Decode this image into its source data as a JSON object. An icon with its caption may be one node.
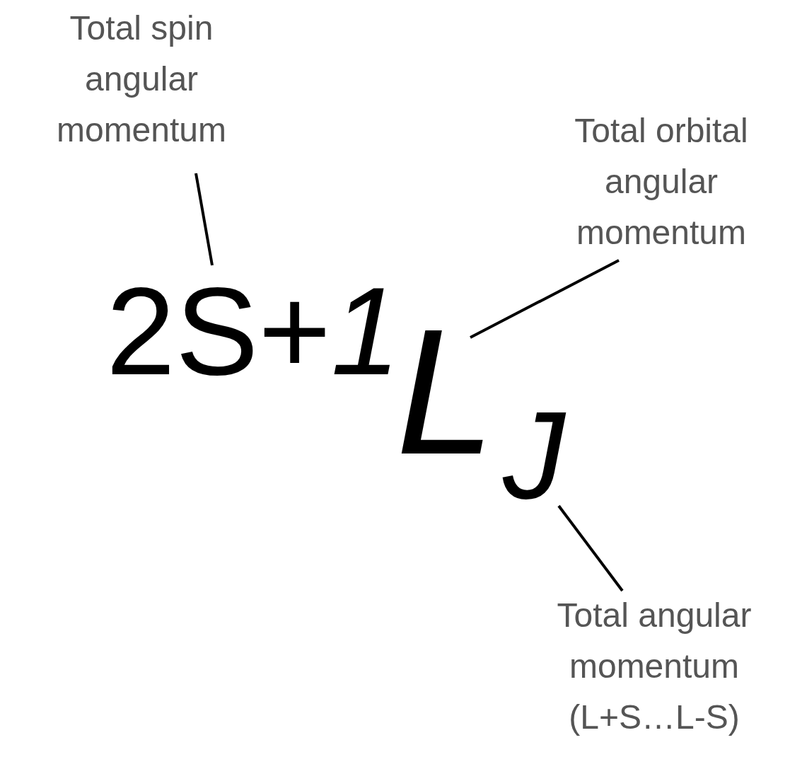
{
  "diagram": {
    "nodes": [
      {
        "text": [
          "Total spin angular momentum"
        ]
      },
      {
        "text": [
          "2S+*1*"
        ]
      },
      {
        "text": [
          "Total orbital angular momentum"
        ]
      },
      {
        "text": [
          "L"
        ]
      },
      {
        "text": [
          "Total angular momentum (L+S…L-S)"
        ]
      },
      {
        "text": [
          "J"
        ]
      }
    ],
    "edges": [
      {
        "from": 0,
        "to": 1,
        "arrow": "none"
      },
      {
        "from": 2,
        "to": 3,
        "arrow": "none"
      },
      {
        "from": 4,
        "to": 5,
        "arrow": "none"
      }
    ]
  }
}
